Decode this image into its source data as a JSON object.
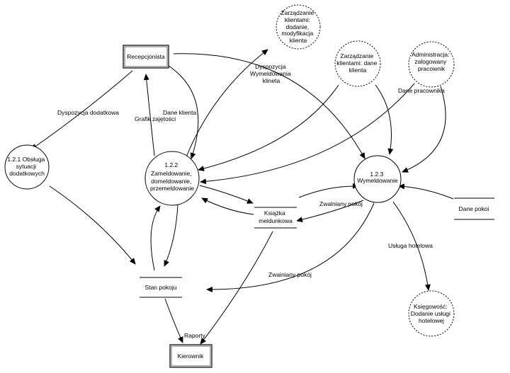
{
  "processes": {
    "p121": [
      "1.2.1 Obsługa",
      "sytuacji",
      "dodatkowych"
    ],
    "p122": [
      "1.2.2",
      "Zameldowanie,",
      "domeldowanie,",
      "przemeldowanie"
    ],
    "p123": [
      "1.2.3",
      "Wymeldowanie"
    ]
  },
  "external_entities": {
    "recepcjonista": "Recepcjonista",
    "kierownik": "Kierownik"
  },
  "dashed_circles": {
    "zarzadzanie_dodanie": [
      "Zarządzanie",
      "klientami:",
      "dodanie,",
      "modyfikacja",
      "klienta"
    ],
    "zarzadzanie_dane": [
      "Zarządzanie",
      "klientami: dane",
      "klienta"
    ],
    "administracja": [
      "Administracja:",
      "zalogowany",
      "pracownik"
    ],
    "ksiegowosc": [
      "Księgowość:",
      "Dodanie usługi",
      "hotelowej"
    ]
  },
  "data_stores": {
    "ksiazka": [
      "Książka",
      "meldunkowa"
    ],
    "stan_pokoju": "Stan pokoju",
    "dane_pokoi": "Dane pokoi"
  },
  "flow_labels": {
    "dyspozycja_dodatkowa": "Dyspozycja dodatkowa",
    "grafik": "Grafik zajętości",
    "dane_klienta": "Dane klienta",
    "dyspozycja_wym": [
      "Dyspozycja",
      "Wymeldowania",
      "klineta"
    ],
    "dane_pracownika": "Dane pracownika",
    "zwalniany1": "Zwalniany pokój",
    "usluga": "Usługa hotelowa",
    "zwalniany2": "Zwainiany pokój",
    "raporty": "Raporty"
  }
}
